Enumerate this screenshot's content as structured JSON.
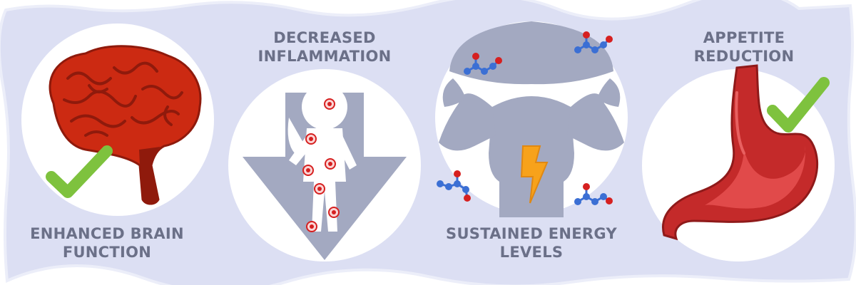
{
  "colors": {
    "banner": "#dcdff3",
    "banner_edge": "#eceef9",
    "circle": "#ffffff",
    "label_text": "#6b7088",
    "brain": "#cc2a12",
    "brain_dark": "#8f1a0c",
    "check": "#7ec23e",
    "silhouette": "#a3a9c1",
    "molecule_blue": "#3b6fd4",
    "molecule_red": "#d62020",
    "bolt": "#f7a21b",
    "stomach": "#c42a2a",
    "stomach_light": "#e14a4a"
  },
  "panels": [
    {
      "id": "brain",
      "label_lines": [
        "ENHANCED BRAIN",
        "FUNCTION"
      ],
      "position": "bottom",
      "icons": [
        "brain-icon",
        "checkmark-icon"
      ]
    },
    {
      "id": "inflammation",
      "label_lines": [
        "DECREASED",
        "INFLAMMATION"
      ],
      "position": "top",
      "icons": [
        "down-arrow-icon",
        "child-figure-icon",
        "inflammation-target-icon"
      ]
    },
    {
      "id": "energy",
      "label_lines": [
        "SUSTAINED ENERGY",
        "LEVELS"
      ],
      "position": "bottom",
      "icons": [
        "flexing-figure-icon",
        "lightning-bolt-icon",
        "molecule-icon"
      ]
    },
    {
      "id": "appetite",
      "label_lines": [
        "APPETITE",
        "REDUCTION"
      ],
      "position": "top",
      "icons": [
        "stomach-icon",
        "checkmark-icon"
      ]
    }
  ]
}
